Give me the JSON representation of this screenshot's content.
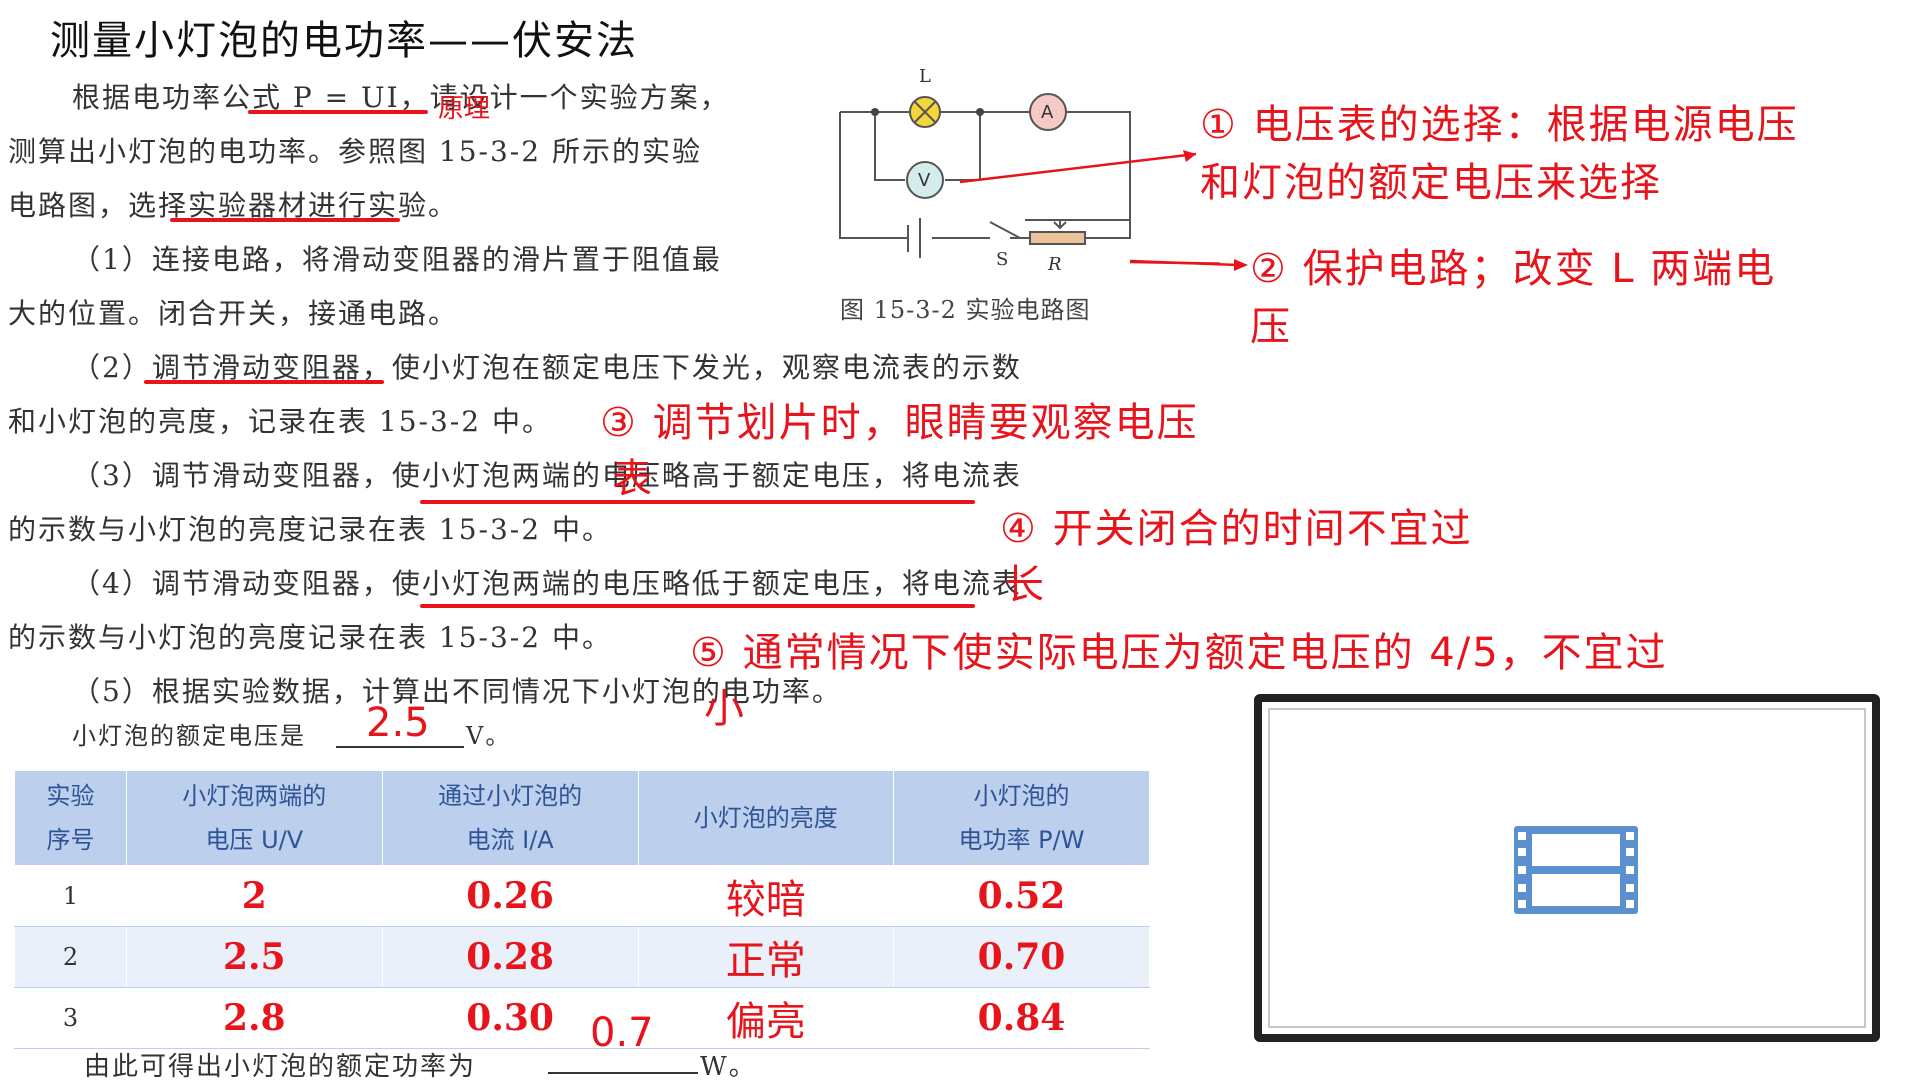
{
  "title": "测量小灯泡的电功率——伏安法",
  "text": {
    "p1_a": "根据电功率公式 P = UI，请设计一个实验方案，",
    "p1_b": "测算出小灯泡的电功率。参照图 15-3-2 所示的实验",
    "p1_c": "电路图，选择实验器材进行实验。",
    "s1_a": "（1）连接电路，将滑动变阻器的滑片置于阻值最",
    "s1_b": "大的位置。闭合开关，接通电路。",
    "s2_a": "（2）调节滑动变阻器，使小灯泡在额定电压下发光，观察电流表的示数",
    "s2_b": "和小灯泡的亮度，记录在表 15-3-2 中。",
    "s3_a": "（3）调节滑动变阻器，使小灯泡两端的电压略高于额定电压，将电流表",
    "s3_b": "的示数与小灯泡的亮度记录在表 15-3-2 中。",
    "s4_a": "（4）调节滑动变阻器，使小灯泡两端的电压略低于额定电压，将电流表",
    "s4_b": "的示数与小灯泡的亮度记录在表 15-3-2 中。",
    "s5": "（5）根据实验数据，计算出不同情况下小灯泡的电功率。",
    "rated_prefix": "小灯泡的额定电压是",
    "rated_suffix": "V。",
    "conclusion_prefix": "由此可得出小灯泡的额定功率为",
    "conclusion_suffix": "W。",
    "figure_caption": "图 15-3-2    实验电路图"
  },
  "circuit": {
    "lamp": "L",
    "ammeter": "A",
    "voltmeter": "V",
    "switch": "S",
    "rheostat": "R"
  },
  "annotations": {
    "principle": "原理",
    "note1_line1": "① 电压表的选择：根据电源电压",
    "note1_line2": "和灯泡的额定电压来选择",
    "note2_line1": "② 保护电路；改变 L 两端电",
    "note2_line2": "压",
    "note3_line1": "③ 调节划片时，眼睛要观察电压",
    "note3_line2": "表",
    "note4_line1": "④ 开关闭合的时间不宜过",
    "note4_line2": "长",
    "note5_line1": "⑤ 通常情况下使实际电压为额定电压的 4/5，不宜过",
    "note5_line2": "小",
    "rated_voltage": "2.5",
    "rated_power": "0.7"
  },
  "table": {
    "headers": [
      [
        "实验",
        "序号"
      ],
      [
        "小灯泡两端的",
        "电压 U/V"
      ],
      [
        "通过小灯泡的",
        "电流 I/A"
      ],
      [
        "小灯泡的亮度"
      ],
      [
        "小灯泡的",
        "电功率 P/W"
      ]
    ],
    "rows": [
      {
        "n": "1",
        "u": "2",
        "i": "0.26",
        "brightness": "较暗",
        "p": "0.52"
      },
      {
        "n": "2",
        "u": "2.5",
        "i": "0.28",
        "brightness": "正常",
        "p": "0.70"
      },
      {
        "n": "3",
        "u": "2.8",
        "i": "0.30",
        "brightness": "偏亮",
        "p": "0.84"
      }
    ]
  },
  "colors": {
    "accent_red": "#e8141b",
    "table_header": "#bcd0ee",
    "header_text": "#2f5496",
    "film_icon": "#5b8fd0"
  },
  "icons": {
    "video_placeholder": "film-icon"
  }
}
